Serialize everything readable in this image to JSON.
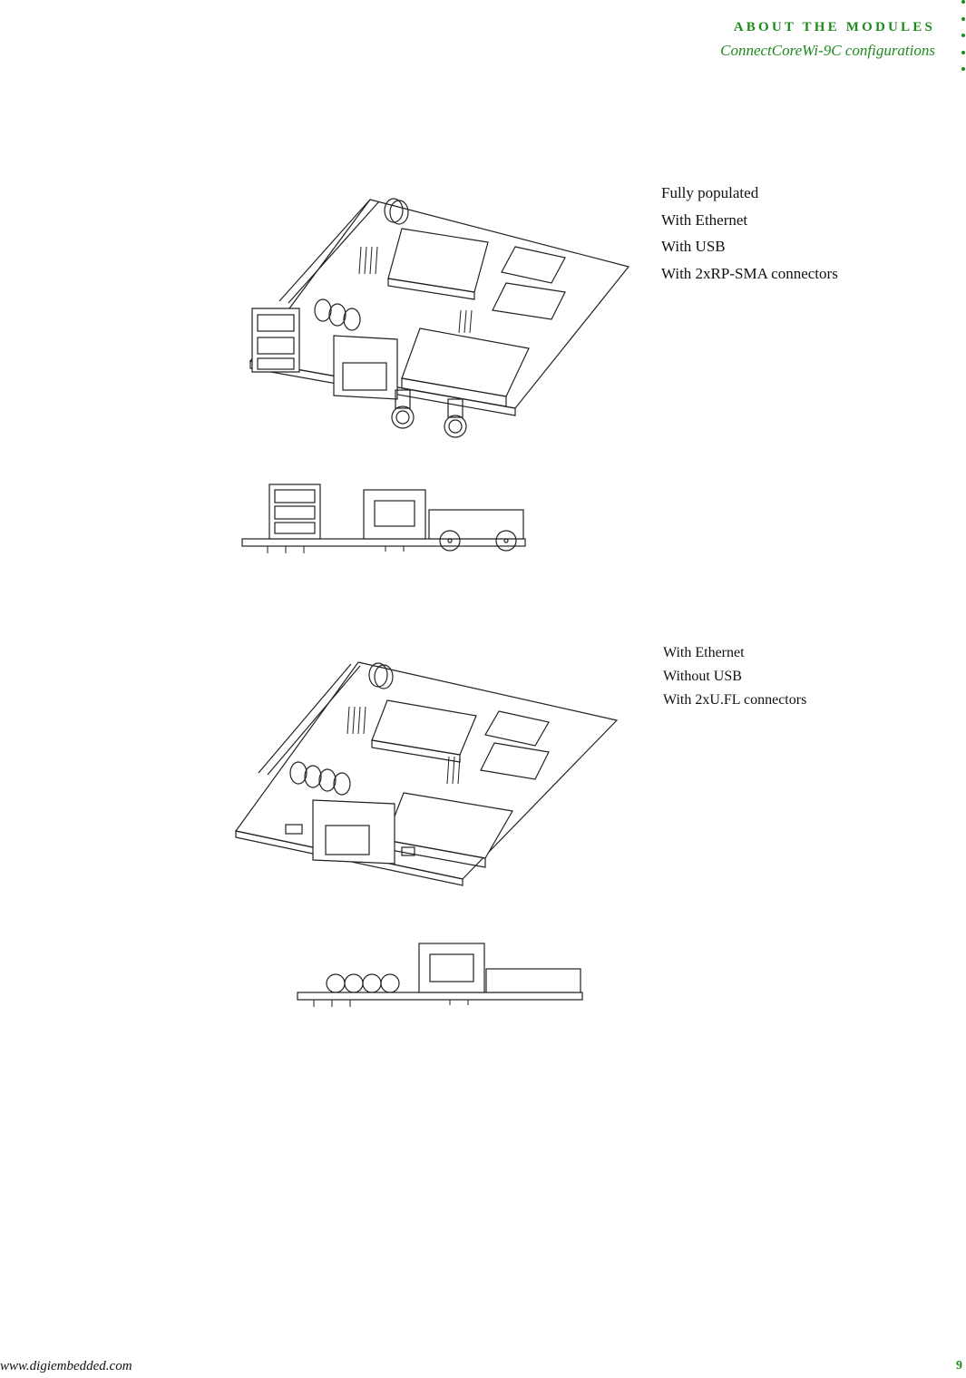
{
  "header": {
    "section_title": "ABOUT THE MODULES",
    "subtitle": "ConnectCoreWi-9C configurations"
  },
  "configurations": [
    {
      "features": [
        "Fully populated",
        "With Ethernet",
        "With USB",
        "With 2xRP-SMA connectors"
      ]
    },
    {
      "features": [
        "With Ethernet",
        "Without USB",
        "With 2xU.FL connectors"
      ]
    }
  ],
  "footer": {
    "url": "www.digiembedded.com",
    "page_number": "9"
  },
  "colors": {
    "accent": "#1e8a1e",
    "text": "#111111",
    "line_art": "#222222"
  }
}
